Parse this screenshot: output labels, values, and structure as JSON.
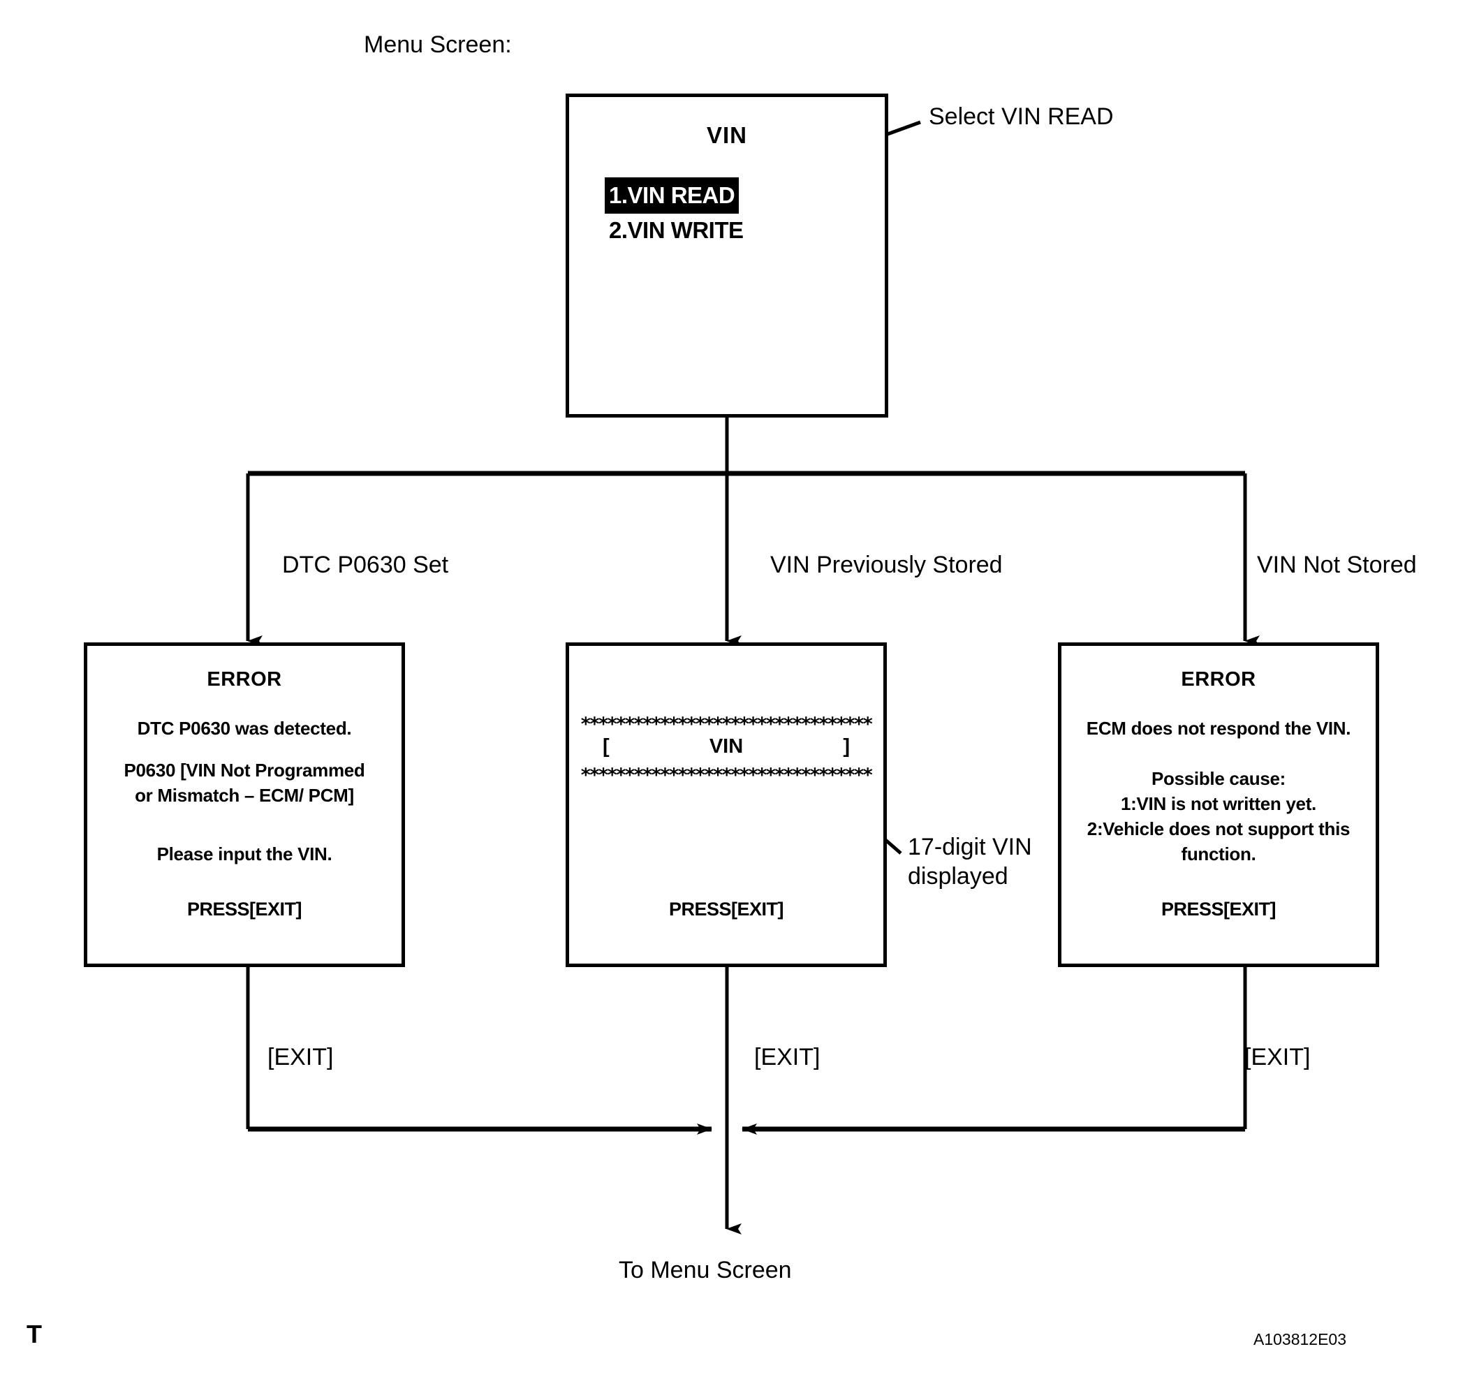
{
  "figure": {
    "caption_label": "Menu Screen:",
    "corner_marker": "T",
    "figure_id": "A103812E03"
  },
  "menu_screen": {
    "title": "VIN",
    "items": [
      {
        "label": "1.VIN READ",
        "selected": true
      },
      {
        "label": "2.VIN WRITE",
        "selected": false
      }
    ],
    "callout": "Select VIN READ"
  },
  "branches": {
    "left_label": "DTC P0630 Set",
    "middle_label": "VIN Previously Stored",
    "right_label": "VIN Not Stored"
  },
  "left_screen": {
    "title": "ERROR",
    "lines": [
      "DTC P0630 was detected.",
      "P0630  [VIN Not Programmed",
      "or Mismatch – ECM/ PCM]",
      "Please input the VIN."
    ],
    "press": "PRESS[EXIT]"
  },
  "middle_screen": {
    "stars_top": "*********************************",
    "bracket_left": "[",
    "value": "VIN",
    "bracket_right": "]",
    "stars_bottom": "*********************************",
    "press": "PRESS[EXIT]",
    "callout": "17-digit VIN displayed"
  },
  "right_screen": {
    "title": "ERROR",
    "lines": [
      "ECM does not respond the VIN.",
      "Possible cause:",
      "1:VIN is not written yet.",
      "2:Vehicle does not support this",
      "function."
    ],
    "press": "PRESS[EXIT]"
  },
  "exits": {
    "left": "[EXIT]",
    "middle": "[EXIT]",
    "right": "[EXIT]"
  },
  "flow_end": {
    "label": "To Menu Screen"
  }
}
